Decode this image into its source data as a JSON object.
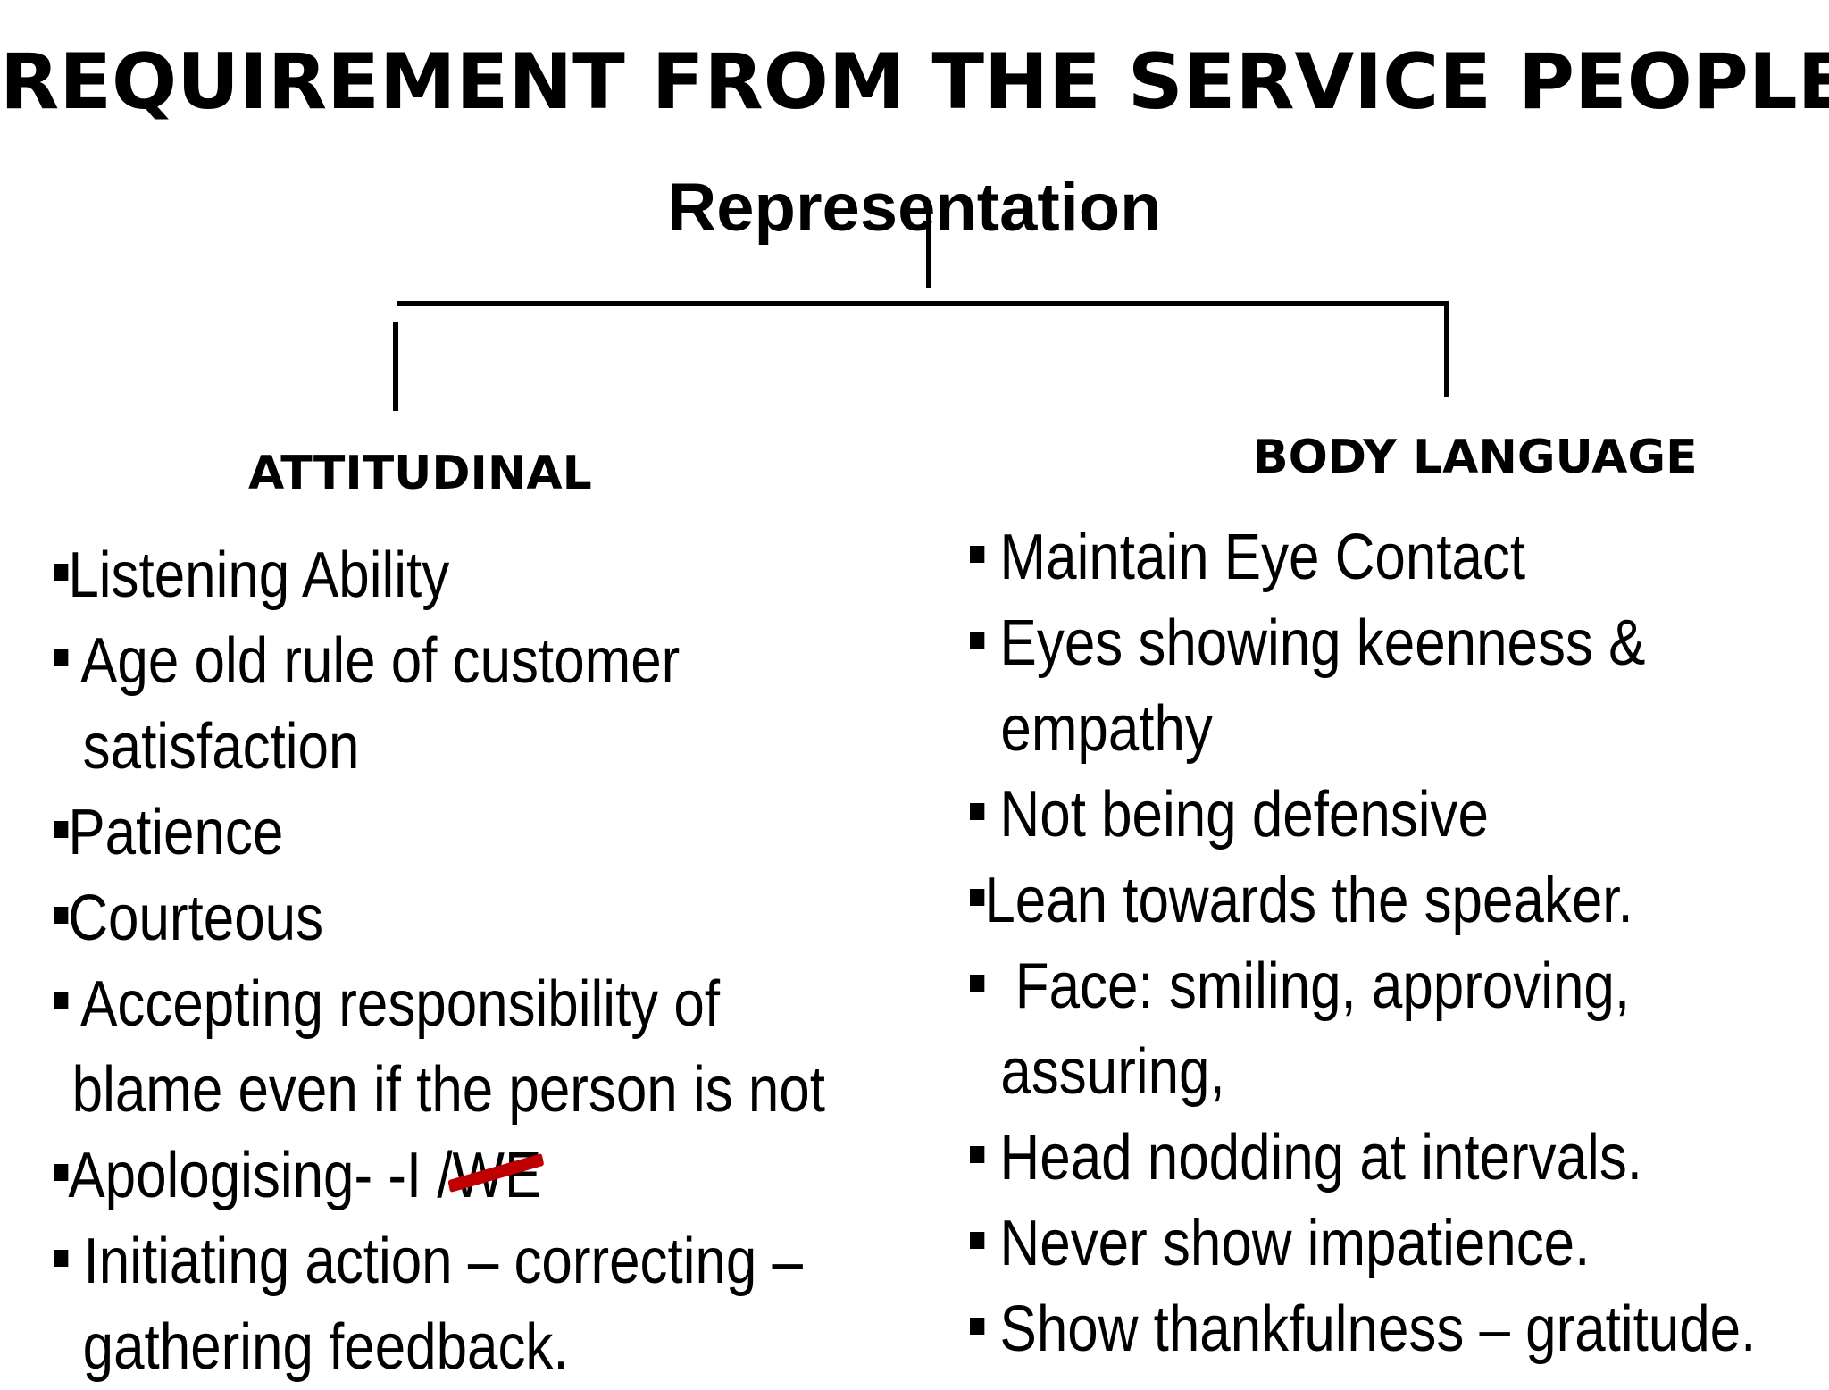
{
  "title": "REQUIREMENT FROM THE SERVICE PEOPLE",
  "root": "Representation",
  "left": {
    "heading": "ATTITUDINAL",
    "items": [
      {
        "prefix": "",
        "text": "Listening Ability"
      },
      {
        "prefix": " ",
        "text": "Age old rule of customer",
        "cont": "satisfaction"
      },
      {
        "prefix": "",
        "text": "Patience"
      },
      {
        "prefix": "",
        "text": "Courteous"
      },
      {
        "prefix": " ",
        "text": "Accepting responsibility of",
        "cont": "blame even if the person is not"
      },
      {
        "prefix": "",
        "text": "Apologising- -I /",
        "struck": "WE"
      },
      {
        "prefix": " ",
        "text": "Initiating action – correcting –",
        "cont": "gathering feedback."
      }
    ]
  },
  "right": {
    "heading": "BODY LANGUAGE",
    "items": [
      {
        "prefix": " ",
        "text": "Maintain Eye Contact"
      },
      {
        "prefix": " ",
        "text": "Eyes showing keenness &",
        "cont": "empathy"
      },
      {
        "prefix": " ",
        "text": "Not being defensive"
      },
      {
        "prefix": "",
        "text": "Lean towards the speaker."
      },
      {
        "prefix": "  ",
        "text": "Face: smiling, approving,",
        "cont": "assuring,"
      },
      {
        "prefix": " ",
        "text": "Head nodding at intervals."
      },
      {
        "prefix": " ",
        "text": "Never show impatience."
      },
      {
        "prefix": " ",
        "text": "Show thankfulness – gratitude."
      }
    ]
  },
  "colors": {
    "text": "#000000",
    "strike": "#c00000",
    "background": "#ffffff"
  }
}
